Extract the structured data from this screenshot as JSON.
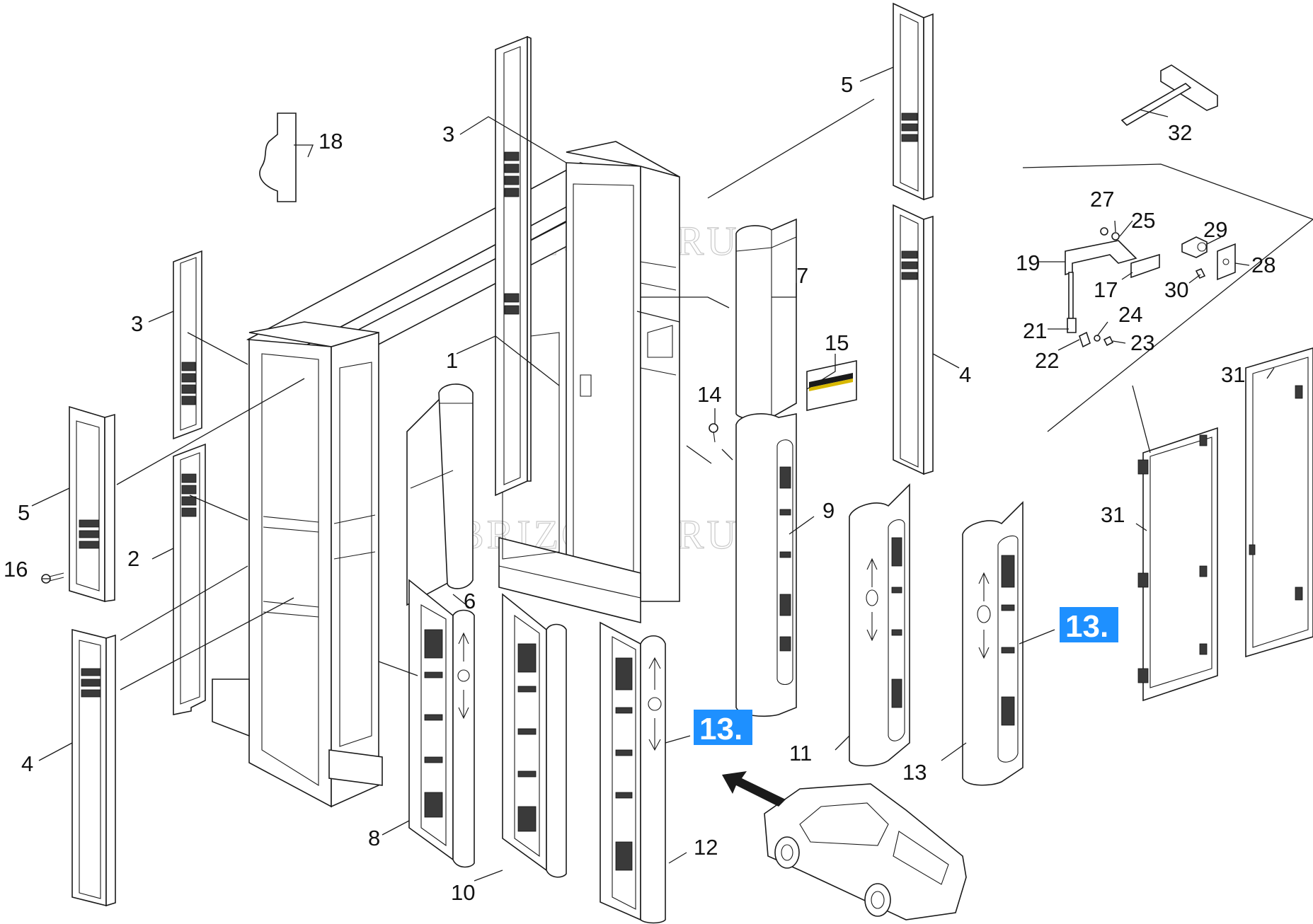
{
  "watermark": "BRIZCOM.RU",
  "callout": "13.",
  "labels": {
    "p1": "1",
    "p2": "2",
    "p3a": "3",
    "p3b": "3",
    "p4a": "4",
    "p4b": "4",
    "p5a": "5",
    "p5b": "5",
    "p6": "6",
    "p7": "7",
    "p8": "8",
    "p9": "9",
    "p10": "10",
    "p11": "11",
    "p12": "12",
    "p13": "13",
    "p14": "14",
    "p15": "15",
    "p16": "16",
    "p17": "17",
    "p18": "18",
    "p19": "19",
    "p21": "21",
    "p22": "22",
    "p23": "23",
    "p24": "24",
    "p25": "25",
    "p27": "27",
    "p28": "28",
    "p29": "29",
    "p30": "30",
    "p31a": "31",
    "p31b": "31",
    "p32": "32"
  },
  "colors": {
    "callout": "#1e90ff",
    "line": "#1a1a1a",
    "watermark": "#c9c9c9"
  }
}
